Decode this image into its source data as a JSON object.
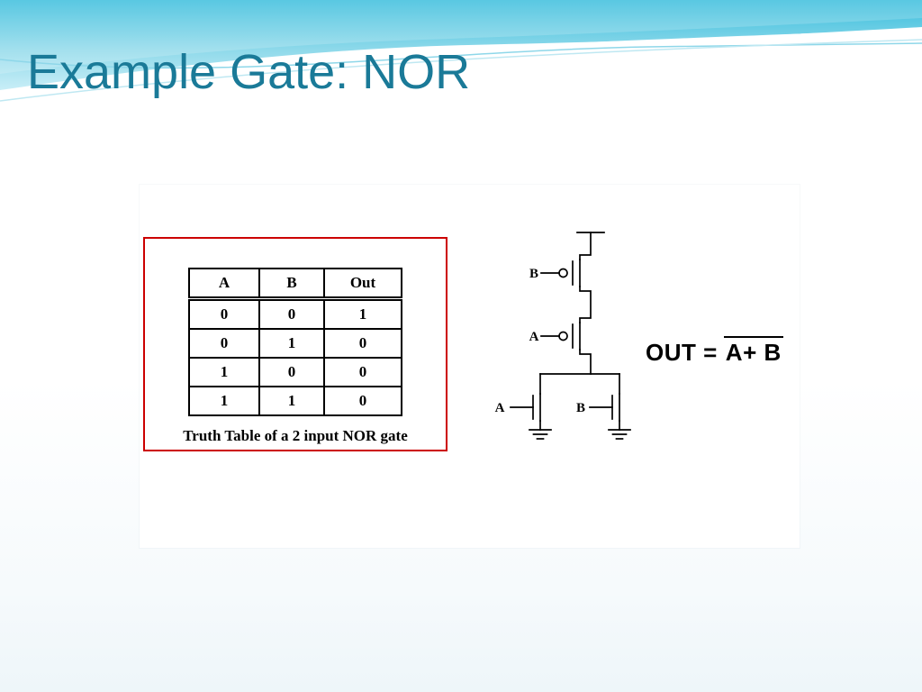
{
  "slide": {
    "title": "Example Gate: NOR"
  },
  "truth_table": {
    "headers": [
      "A",
      "B",
      "Out"
    ],
    "rows": [
      [
        "0",
        "0",
        "1"
      ],
      [
        "0",
        "1",
        "0"
      ],
      [
        "1",
        "0",
        "0"
      ],
      [
        "1",
        "1",
        "0"
      ]
    ],
    "caption": "Truth Table of a 2 input NOR gate"
  },
  "circuit": {
    "pmos_b_label": "B",
    "pmos_a_label": "A",
    "nmos_a_label": "A",
    "nmos_b_label": "B",
    "formula_prefix": "OUT =",
    "formula_overline": "A+ B"
  },
  "colors": {
    "title_teal": "#1a7a98",
    "banner_teal": "#35bcdc",
    "truth_table_frame_red": "#cc0000",
    "circuit_stroke": "#000000"
  }
}
